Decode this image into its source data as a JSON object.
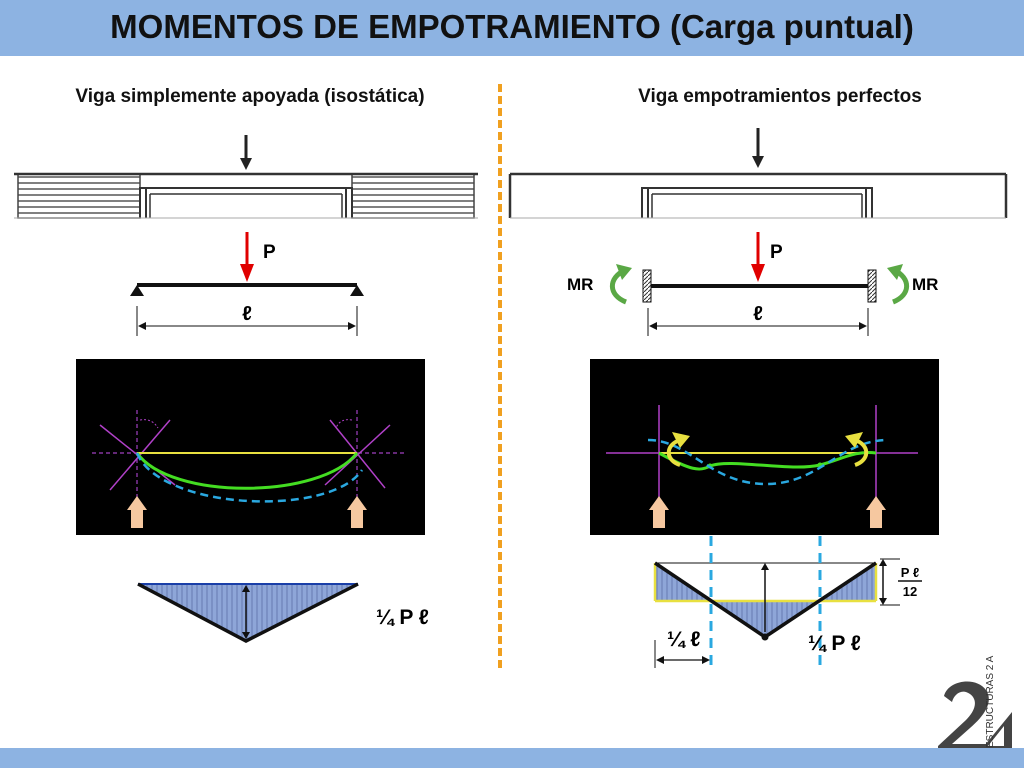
{
  "title": "MOMENTOS DE EMPOTRAMIENTO (Carga puntual)",
  "left": {
    "subtitle": "Viga simplemente apoyada (isostática)",
    "load_label": "P",
    "span_label": "ℓ",
    "moment_value": "¼ P ℓ"
  },
  "right": {
    "subtitle": "Viga empotramientos perfectos",
    "load_label": "P",
    "span_label": "ℓ",
    "moment_left": "MR",
    "moment_right": "MR",
    "moment_value": "¼ P ℓ",
    "quarter_span": "¼ ℓ",
    "fraction_num": "P ℓ",
    "fraction_den": "12"
  },
  "logo_text": "ESTRUCTURAS 2 A",
  "colors": {
    "header": "#8db3e2",
    "divider": "#f0a020",
    "load_arrow": "#e00000",
    "moment_fill": "#8ea6d8",
    "deflection": "#44dd22",
    "dashed_curve": "#2aa8e0",
    "chord": "#e8e040",
    "reaction": "#f6c8a0",
    "moment_arrow": "#5aa845"
  }
}
